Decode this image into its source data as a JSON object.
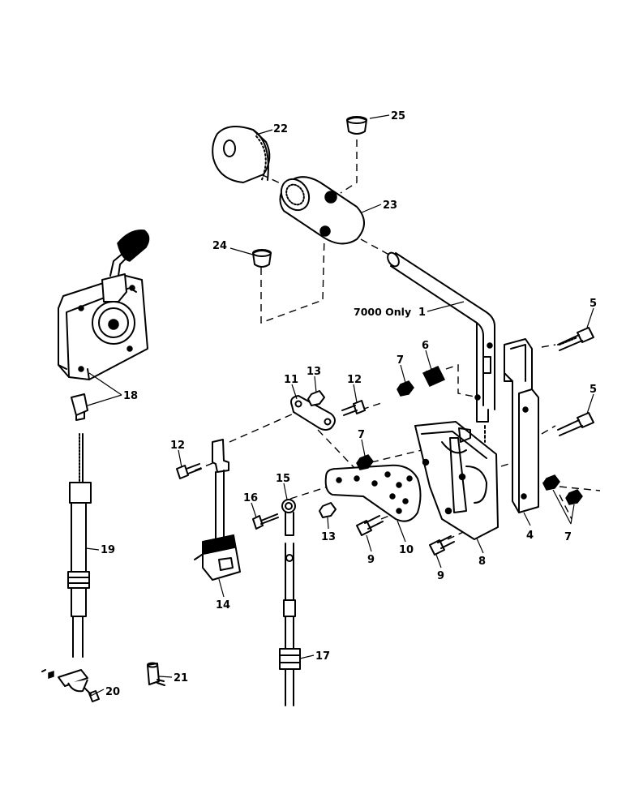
{
  "callouts": {
    "c1": "1",
    "c4": "4",
    "c5a": "5",
    "c5b": "5",
    "c6": "6",
    "c7a": "7",
    "c7b": "7",
    "c7c": "7",
    "c8": "8",
    "c9a": "9",
    "c9b": "9",
    "c10": "10",
    "c11": "11",
    "c12a": "12",
    "c12b": "12",
    "c13a": "13",
    "c13b": "13",
    "c14": "14",
    "c15": "15",
    "c16": "16",
    "c17": "17",
    "c18": "18",
    "c19": "19",
    "c20": "20",
    "c21": "21",
    "c22": "22",
    "c23": "23",
    "c24": "24",
    "c25": "25"
  },
  "notes": {
    "model_note": "7000 Only"
  }
}
